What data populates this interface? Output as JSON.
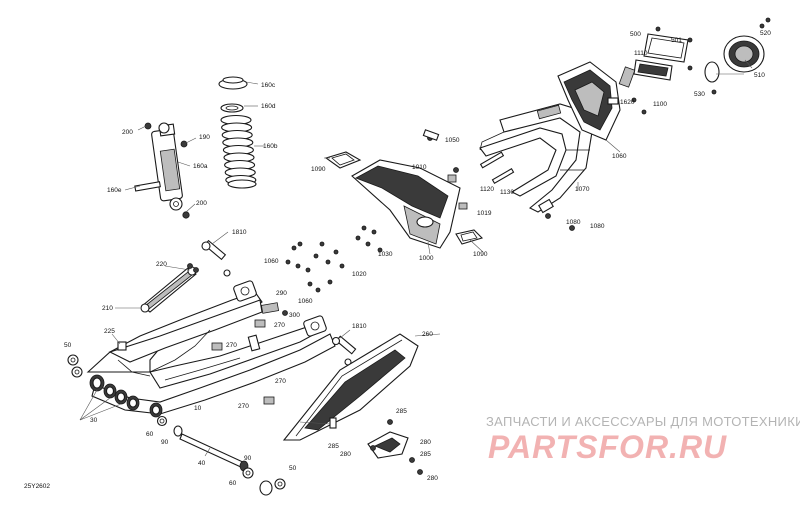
{
  "diagram_code": "25Y2602",
  "watermark": {
    "caption": "ЗАПЧАСТИ И АКСЕССУАРЫ ДЛЯ МОТОТЕХНИКИ",
    "logo": "PARTSFOR.RU"
  },
  "callouts": {
    "c10": "10",
    "c30": "30",
    "c40": "40",
    "c50a": "50",
    "c50b": "50",
    "c60a": "60",
    "c60b": "60",
    "c90a": "90",
    "c90b": "90",
    "c160a": "160a",
    "c160b": "160b",
    "c160c": "160c",
    "c160d": "160d",
    "c160e": "160e",
    "c190": "190",
    "c200a": "200",
    "c200b": "200",
    "c210": "210",
    "c220": "220",
    "c225": "225",
    "c260": "260",
    "c270a": "270",
    "c270b": "270",
    "c270c": "270",
    "c270d": "270",
    "c280a": "280",
    "c280b": "280",
    "c280c": "280",
    "c285a": "285",
    "c285b": "285",
    "c285c": "285",
    "c290": "290",
    "c300": "300",
    "c500": "500",
    "c501": "501",
    "c510": "510",
    "c520": "520",
    "c530": "530",
    "c1000": "1000",
    "c1010": "1010",
    "c1019": "1019",
    "c1020": "1020",
    "c1030": "1030",
    "c1050": "1050",
    "c1060a": "1060",
    "c1060b": "1060",
    "c1070": "1070",
    "c1080a": "1080",
    "c1080b": "1080",
    "c1090a": "1090",
    "c1090b": "1090",
    "c1100": "1100",
    "c1110": "1110",
    "c1120": "1120",
    "c1130": "1130",
    "c1620": "1620",
    "c1810a": "1810",
    "c1810b": "1810"
  }
}
